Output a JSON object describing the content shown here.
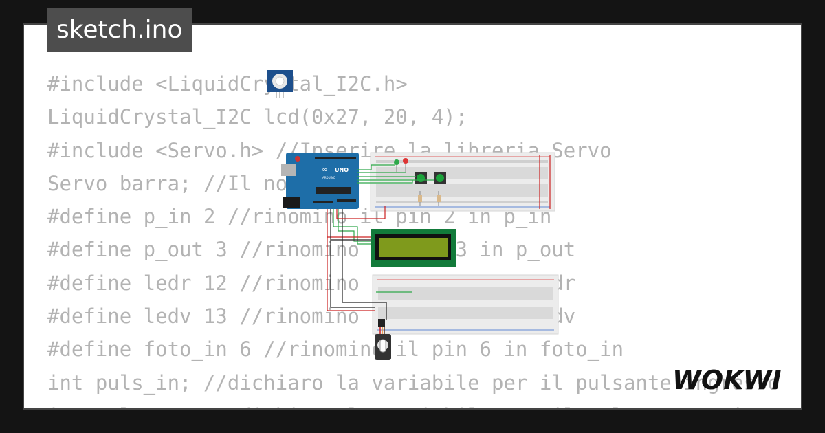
{
  "file_tab": {
    "label": "sketch.ino"
  },
  "code_lines": [
    "#include <LiquidCrystal_I2C.h>",
    "LiquidCrystal_I2C lcd(0x27, 20, 4);",
    "#include <Servo.h> //Inserire la libreria Servo",
    "Servo barra; //Il nome del servo",
    "#define p_in 2 //rinomino il pin 2 in p_in",
    "#define p_out 3 //rinomino il pin 3 in p_out",
    "#define ledr 12 //rinomino il pin 12 in ledr",
    "#define ledv 13 //rinomino il pin 13 in ledv",
    "#define foto_in 6 //rinomino il pin 6 in foto_in",
    "int puls_in; //dichiaro la variabile per il pulsante ingresso",
    "int puls_out; //dichiaro la variabile per il pulsante uscita"
  ],
  "board": {
    "brand": "∞",
    "model_label": "UNO",
    "maker_label": "ARDUINO"
  },
  "brand_logo": {
    "text": "WOKWI"
  },
  "colors": {
    "background": "#141414",
    "card": "#ffffff",
    "tab": "#4d4d4d",
    "code_text": "#b3b3b3",
    "arduino": "#1e6ea8",
    "lcd_pcb": "#127a3a",
    "lcd_screen": "#7f9a1c"
  }
}
